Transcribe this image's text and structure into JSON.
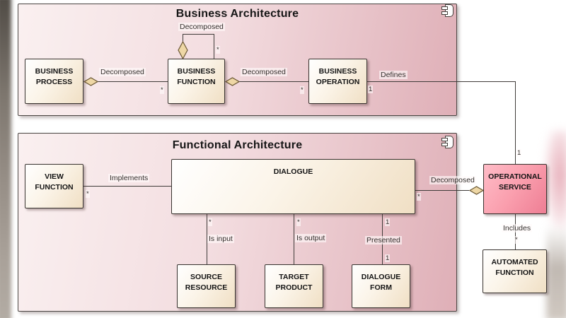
{
  "packages": {
    "business": {
      "title": "Business Architecture"
    },
    "functional": {
      "title": "Functional Architecture"
    }
  },
  "classes": {
    "business_process": {
      "line1": "BUSINESS",
      "line2": "PROCESS"
    },
    "business_function": {
      "line1": "BUSINESS",
      "line2": "FUNCTION"
    },
    "business_operation": {
      "line1": "BUSINESS",
      "line2": "OPERATION"
    },
    "view_function": {
      "line1": "VIEW FUNCTION"
    },
    "dialogue": {
      "line1": "DIALOGUE"
    },
    "source_resource": {
      "line1": "SOURCE",
      "line2": "RESOURCE"
    },
    "target_product": {
      "line1": "TARGET",
      "line2": "PRODUCT"
    },
    "dialogue_form": {
      "line1": "DIALOGUE FORM"
    },
    "operational_service": {
      "line1": "OPERATIONAL",
      "line2": "SERVICE"
    },
    "automated_function": {
      "line1": "AUTOMATED",
      "line2": "FUNCTION"
    }
  },
  "connector_labels": {
    "bp_bf": "Decomposed",
    "bf_self": "Decomposed",
    "bf_bo": "Decomposed",
    "bo_os": "Defines",
    "vf_dialogue": "Implements",
    "dialogue_os": "Decomposed",
    "is_input": "Is input",
    "is_output": "Is output",
    "presented": "Presented",
    "includes": "Includes"
  },
  "multiplicities": {
    "bp_bf_target": "*",
    "bf_self_target": "*",
    "bf_bo_target": "*",
    "bo_os_source": "1",
    "bo_os_target": "1",
    "vf_dialogue_source": "*",
    "dialogue_os_source": "*",
    "is_input_source": "*",
    "is_output_source": "*",
    "presented_source": "1",
    "presented_target": "1",
    "includes_target": "*"
  },
  "colors": {
    "package_gradient_start": "#faf0f0",
    "package_gradient_end": "#dfafb7",
    "class_gradient_start": "#ffffff",
    "class_gradient_end": "#f0dfc4",
    "highlight_class_start": "#ffbcc7",
    "highlight_class_end": "#ee7e94",
    "diamond_fill": "#eed7a5",
    "diamond_stroke": "#6b5834",
    "line": "#3f3b39"
  }
}
